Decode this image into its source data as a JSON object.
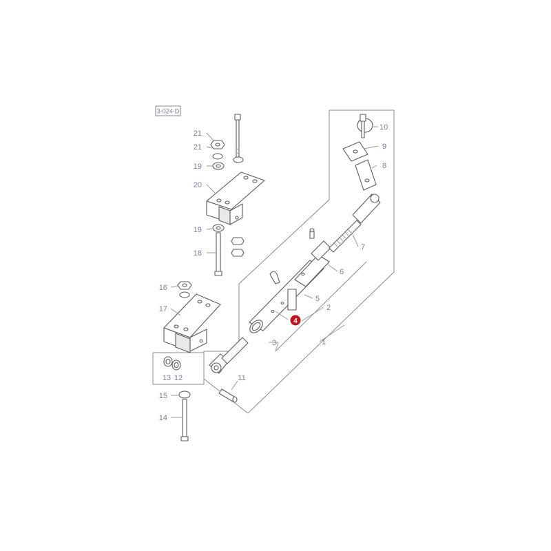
{
  "diagram": {
    "reference_code": "3-024-D",
    "highlight_color": "#c0161d",
    "highlighted_part": "4",
    "callouts": [
      "1",
      "2",
      "3",
      "4",
      "5",
      "6",
      "7",
      "8",
      "9",
      "10",
      "11",
      "12",
      "13",
      "14",
      "15",
      "16",
      "17",
      "18",
      "19",
      "19",
      "20",
      "21",
      "21"
    ]
  }
}
